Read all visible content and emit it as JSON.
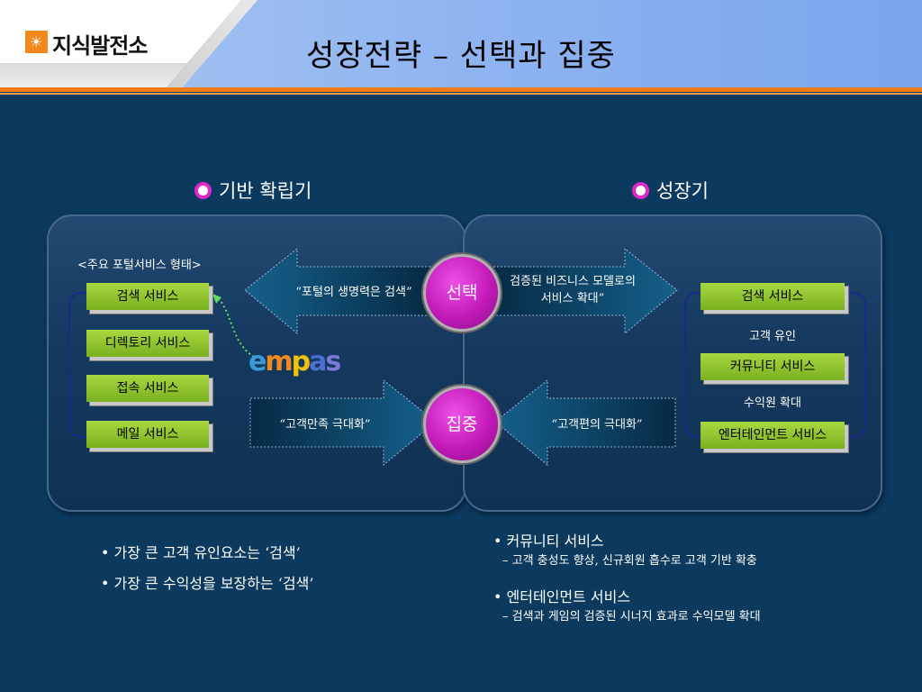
{
  "header": {
    "logo_text": "지식발전소",
    "logo_icon": "sun-icon",
    "title": "성장전략 – 선택과 집중"
  },
  "sections": {
    "left_label": "기반 확립기",
    "right_label": "성장기"
  },
  "left_panel": {
    "caption": "<주요 포털서비스 형태>",
    "services": [
      "검색 서비스",
      "디렉토리 서비스",
      "접속 서비스",
      "메일 서비스"
    ],
    "brand": {
      "e": "e",
      "m": "m",
      "p": "p",
      "a": "a",
      "s": "s"
    }
  },
  "right_panel": {
    "services": [
      "검색 서비스",
      "커뮤니티 서비스",
      "엔터테인먼트 서비스"
    ],
    "notes": [
      "고객 유인",
      "수익원 확대"
    ]
  },
  "arrows": {
    "top_left": "“포털의 생명력은 검색”",
    "top_right_line1": "검증된 비즈니스 모델로의",
    "top_right_line2": "서비스 확대”",
    "bottom_left": "“고객만족 극대화”",
    "bottom_right": "“고객편의 극대화”"
  },
  "circles": {
    "top": "선택",
    "bottom": "집중"
  },
  "bullets_left": [
    "• 가장 큰 고객 유인요소는 ‘검색’",
    "• 가장 큰 수익성을 보장하는 ‘검색’"
  ],
  "bullets_right": {
    "item1": "• 커뮤니티 서비스",
    "item1_sub": "– 고객 충성도 향상, 신규회원 흡수로 고객 기반 확충",
    "item2": "• 엔터테인먼트 서비스",
    "item2_sub": "– 검색과 게임의 검증된 시너지 효과로 수익모델 확대"
  },
  "colors": {
    "background": "#0b3a5e",
    "accent_orange": "#ef7d14",
    "service_green": "#8cc43a",
    "circle_magenta": "#c21ab8",
    "arrow_blue": "#0e5a82"
  }
}
